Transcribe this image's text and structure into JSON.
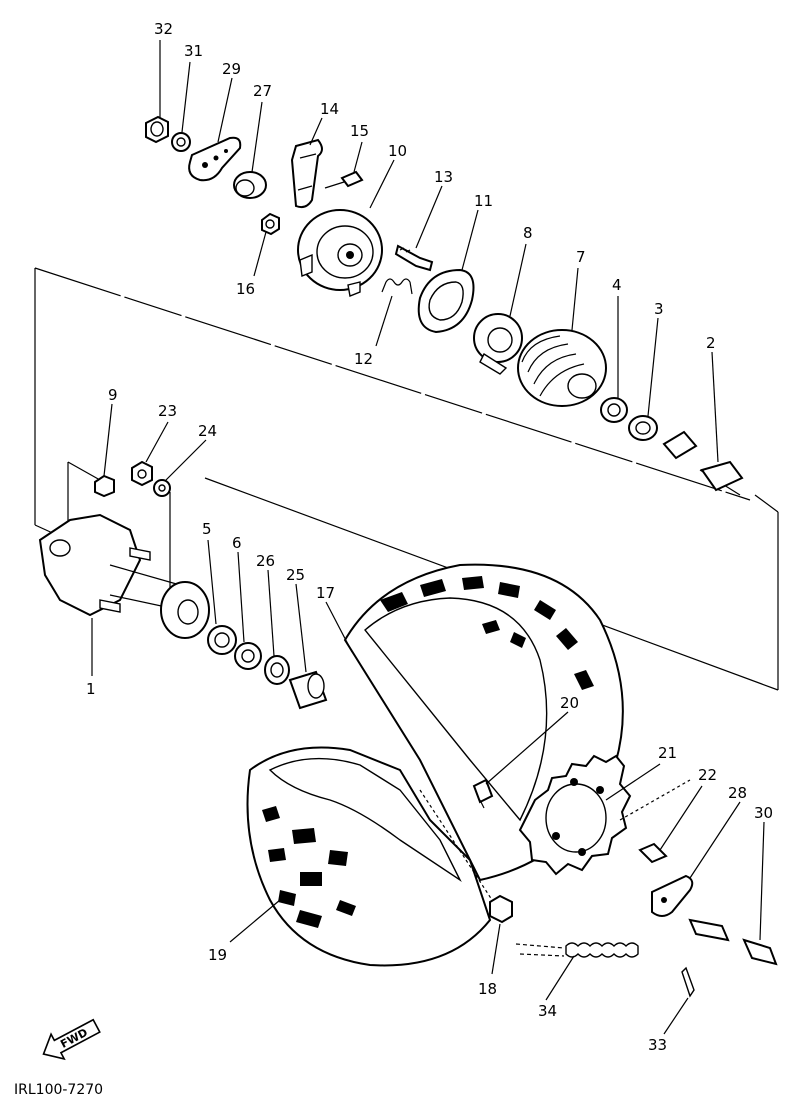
{
  "diagram": {
    "callouts": [
      {
        "id": "c32",
        "label": "32"
      },
      {
        "id": "c31",
        "label": "31"
      },
      {
        "id": "c29",
        "label": "29"
      },
      {
        "id": "c27",
        "label": "27"
      },
      {
        "id": "c14",
        "label": "14"
      },
      {
        "id": "c15",
        "label": "15"
      },
      {
        "id": "c10",
        "label": "10"
      },
      {
        "id": "c13",
        "label": "13"
      },
      {
        "id": "c11",
        "label": "11"
      },
      {
        "id": "c8",
        "label": "8"
      },
      {
        "id": "c7",
        "label": "7"
      },
      {
        "id": "c4",
        "label": "4"
      },
      {
        "id": "c3",
        "label": "3"
      },
      {
        "id": "c2",
        "label": "2"
      },
      {
        "id": "c16",
        "label": "16"
      },
      {
        "id": "c12",
        "label": "12"
      },
      {
        "id": "c9",
        "label": "9"
      },
      {
        "id": "c23",
        "label": "23"
      },
      {
        "id": "c24",
        "label": "24"
      },
      {
        "id": "c5",
        "label": "5"
      },
      {
        "id": "c6",
        "label": "6"
      },
      {
        "id": "c26",
        "label": "26"
      },
      {
        "id": "c25",
        "label": "25"
      },
      {
        "id": "c17",
        "label": "17"
      },
      {
        "id": "c1",
        "label": "1"
      },
      {
        "id": "c20",
        "label": "20"
      },
      {
        "id": "c21",
        "label": "21"
      },
      {
        "id": "c22",
        "label": "22"
      },
      {
        "id": "c28",
        "label": "28"
      },
      {
        "id": "c30",
        "label": "30"
      },
      {
        "id": "c19",
        "label": "19"
      },
      {
        "id": "c18",
        "label": "18"
      },
      {
        "id": "c34",
        "label": "34"
      },
      {
        "id": "c33",
        "label": "33"
      }
    ],
    "fwd_label": "FWD",
    "drawing_code": "IRL100-7270"
  }
}
